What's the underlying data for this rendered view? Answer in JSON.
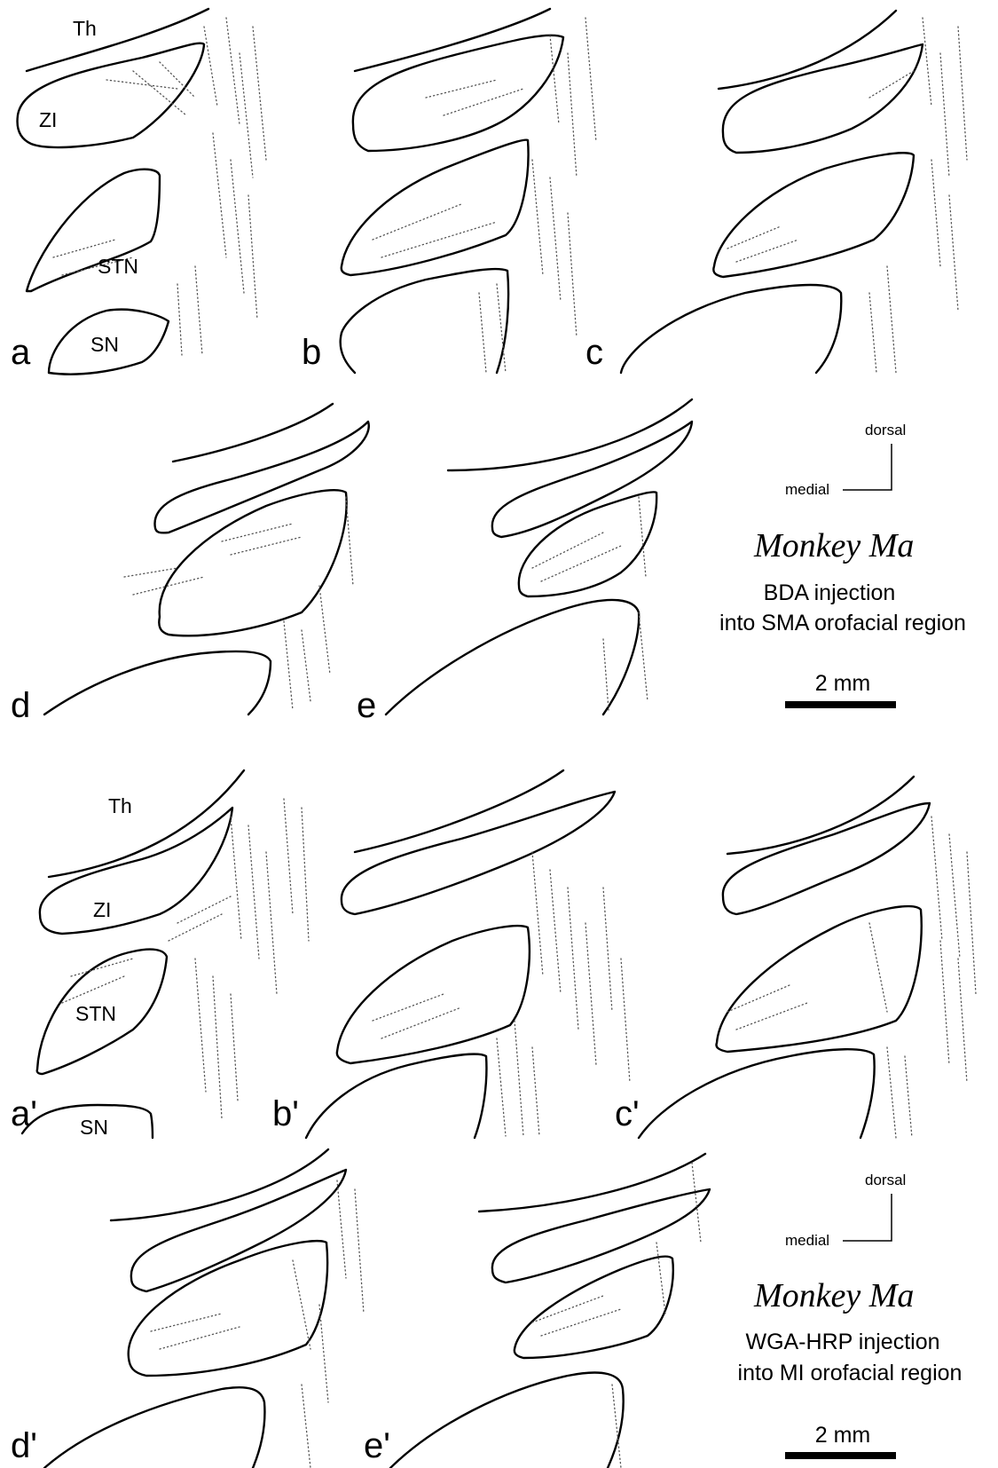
{
  "panels_top": [
    "a",
    "b",
    "c",
    "d",
    "e"
  ],
  "panels_bottom": [
    "a'",
    "b'",
    "c'",
    "d'",
    "e'"
  ],
  "structures": {
    "th": "Th",
    "zi": "ZI",
    "stn": "STN",
    "sn": "SN"
  },
  "orientation": {
    "dorsal": "dorsal",
    "medial": "medial"
  },
  "legend_top": {
    "title": "Monkey Ma",
    "line1": "BDA injection",
    "line2": "into SMA orofacial region",
    "scale": "2 mm"
  },
  "legend_bottom": {
    "title": "Monkey Ma",
    "line1": "WGA-HRP injection",
    "line2": "into MI orofacial region",
    "scale": "2 mm"
  }
}
